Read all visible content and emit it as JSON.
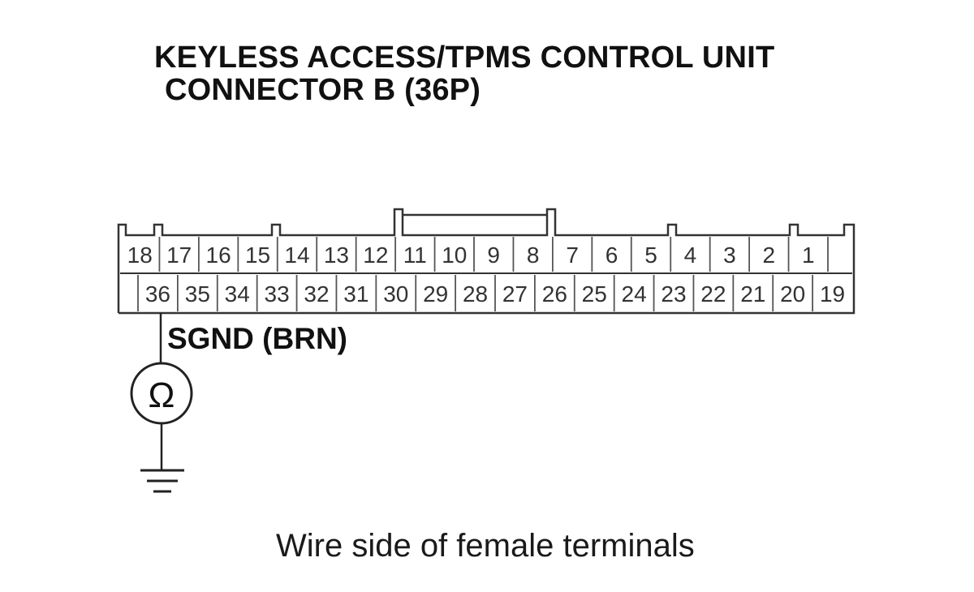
{
  "title": {
    "line1": "KEYLESS ACCESS/TPMS CONTROL UNIT",
    "line2": "CONNECTOR B (36P)"
  },
  "connector": {
    "top_row": [
      "18",
      "17",
      "16",
      "15",
      "14",
      "13",
      "12",
      "11",
      "10",
      "9",
      "8",
      "7",
      "6",
      "5",
      "4",
      "3",
      "2",
      "1"
    ],
    "bottom_row": [
      "36",
      "35",
      "34",
      "33",
      "32",
      "31",
      "30",
      "29",
      "28",
      "27",
      "26",
      "25",
      "24",
      "23",
      "22",
      "21",
      "20",
      "19"
    ]
  },
  "probe": {
    "wire_label": "SGND (BRN)",
    "meter_symbol": "Ω",
    "meter_icon": "ohmmeter-icon",
    "ground_icon": "ground-icon"
  },
  "caption": "Wire side of female terminals"
}
